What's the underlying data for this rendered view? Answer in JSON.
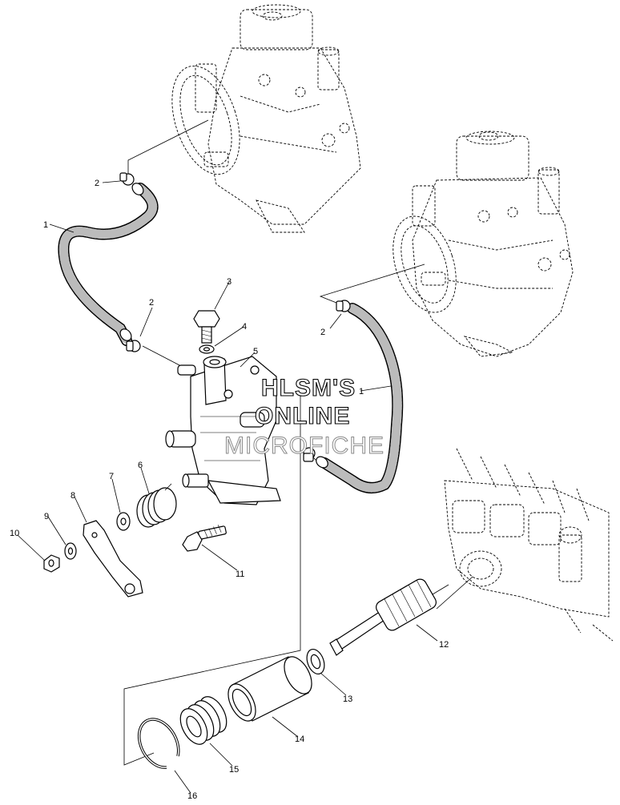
{
  "watermark": {
    "line1": "HLSM'S",
    "line2": "ONLINE",
    "line3": "MICROFICHE"
  },
  "callouts": {
    "hose_left": "1",
    "hose_right": "1",
    "clamp_top_left": "2",
    "clamp_mid_left": "2",
    "clamp_right": "2",
    "banjo_bolt": "3",
    "washer_4": "4",
    "pump_body": "5",
    "spring_6": "6",
    "washer_7": "7",
    "lever_8": "8",
    "washer_9": "9",
    "nut_10": "10",
    "bolt_11": "11",
    "gear_shaft_12": "12",
    "washer_13": "13",
    "sleeve_14": "14",
    "spring_15": "15",
    "snap_ring_16": "16"
  }
}
